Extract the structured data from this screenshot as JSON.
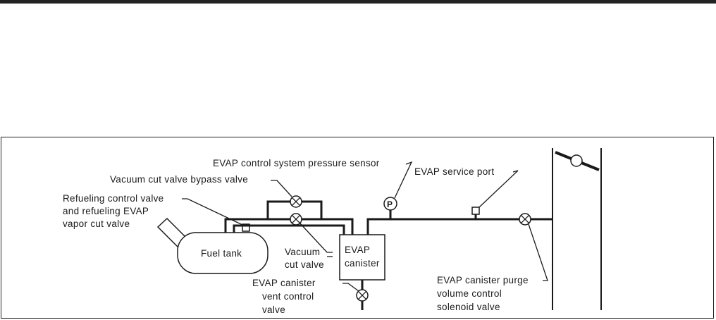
{
  "labels": {
    "pressure_sensor": "EVAP control system pressure sensor",
    "bypass_valve": "Vacuum cut valve bypass valve",
    "service_port": "EVAP service port",
    "refuel_line1": "Refueling control valve",
    "refuel_line2": "and refueling EVAP",
    "refuel_line3": "vapor cut valve",
    "fuel_tank": "Fuel tank",
    "vacuum_cut_line1": "Vacuum",
    "vacuum_cut_line2": "cut valve",
    "canister_line1": "EVAP",
    "canister_line2": "canister",
    "vent_line1": "EVAP canister",
    "vent_line2": "vent control",
    "vent_line3": "valve",
    "purge_line1": "EVAP canister purge",
    "purge_line2": "volume control",
    "purge_line3": "solenoid valve",
    "sensor_symbol": "P"
  }
}
